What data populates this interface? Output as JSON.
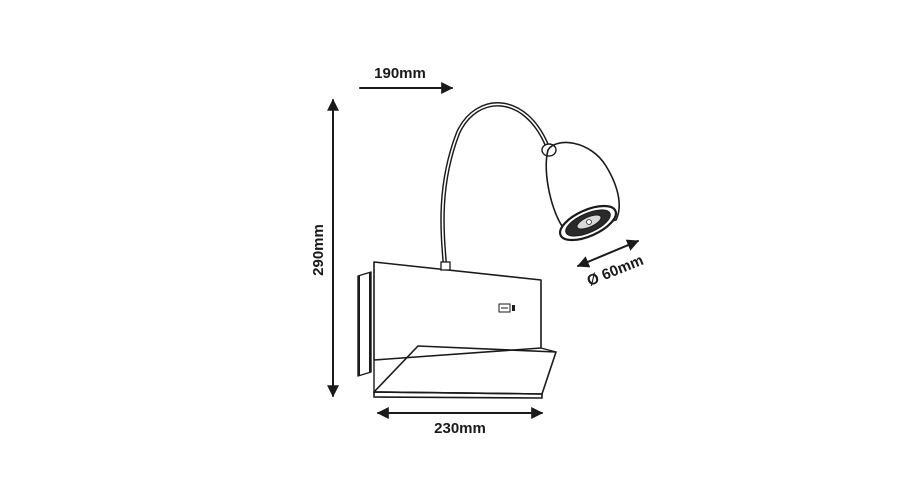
{
  "dimensions": {
    "top_width": "190mm",
    "height": "290mm",
    "bottom_width": "230mm",
    "head_diameter": "Ø 60mm"
  }
}
